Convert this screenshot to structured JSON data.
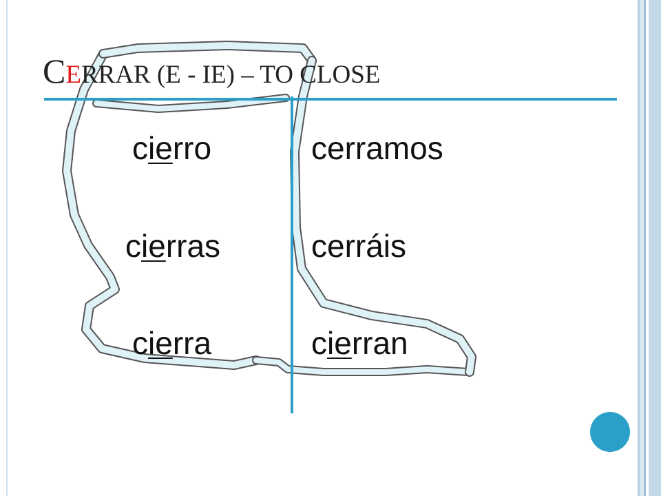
{
  "title": {
    "first": "C",
    "accent": "e",
    "rest": "rrar (e - ie) – to close",
    "accent_color": "#e01b1b"
  },
  "conjugation": {
    "singular": [
      {
        "pre": "c",
        "stem": "ie",
        "post": "rro"
      },
      {
        "pre": "c",
        "stem": "ie",
        "post": "rras"
      },
      {
        "pre": "c",
        "stem": "ie",
        "post": "rra"
      }
    ],
    "plural": [
      {
        "pre": "cerramos",
        "stem": "",
        "post": ""
      },
      {
        "pre": "cerráis",
        "stem": "",
        "post": ""
      },
      {
        "pre": "c",
        "stem": "ie",
        "post": "rran"
      }
    ]
  },
  "colors": {
    "accent_blue": "#2c9ec9",
    "boot_fill": "#dff2f8",
    "boot_outline": "#555555"
  },
  "icons": {
    "boot": "boot-outline-icon",
    "corner_button": "circle-icon"
  }
}
